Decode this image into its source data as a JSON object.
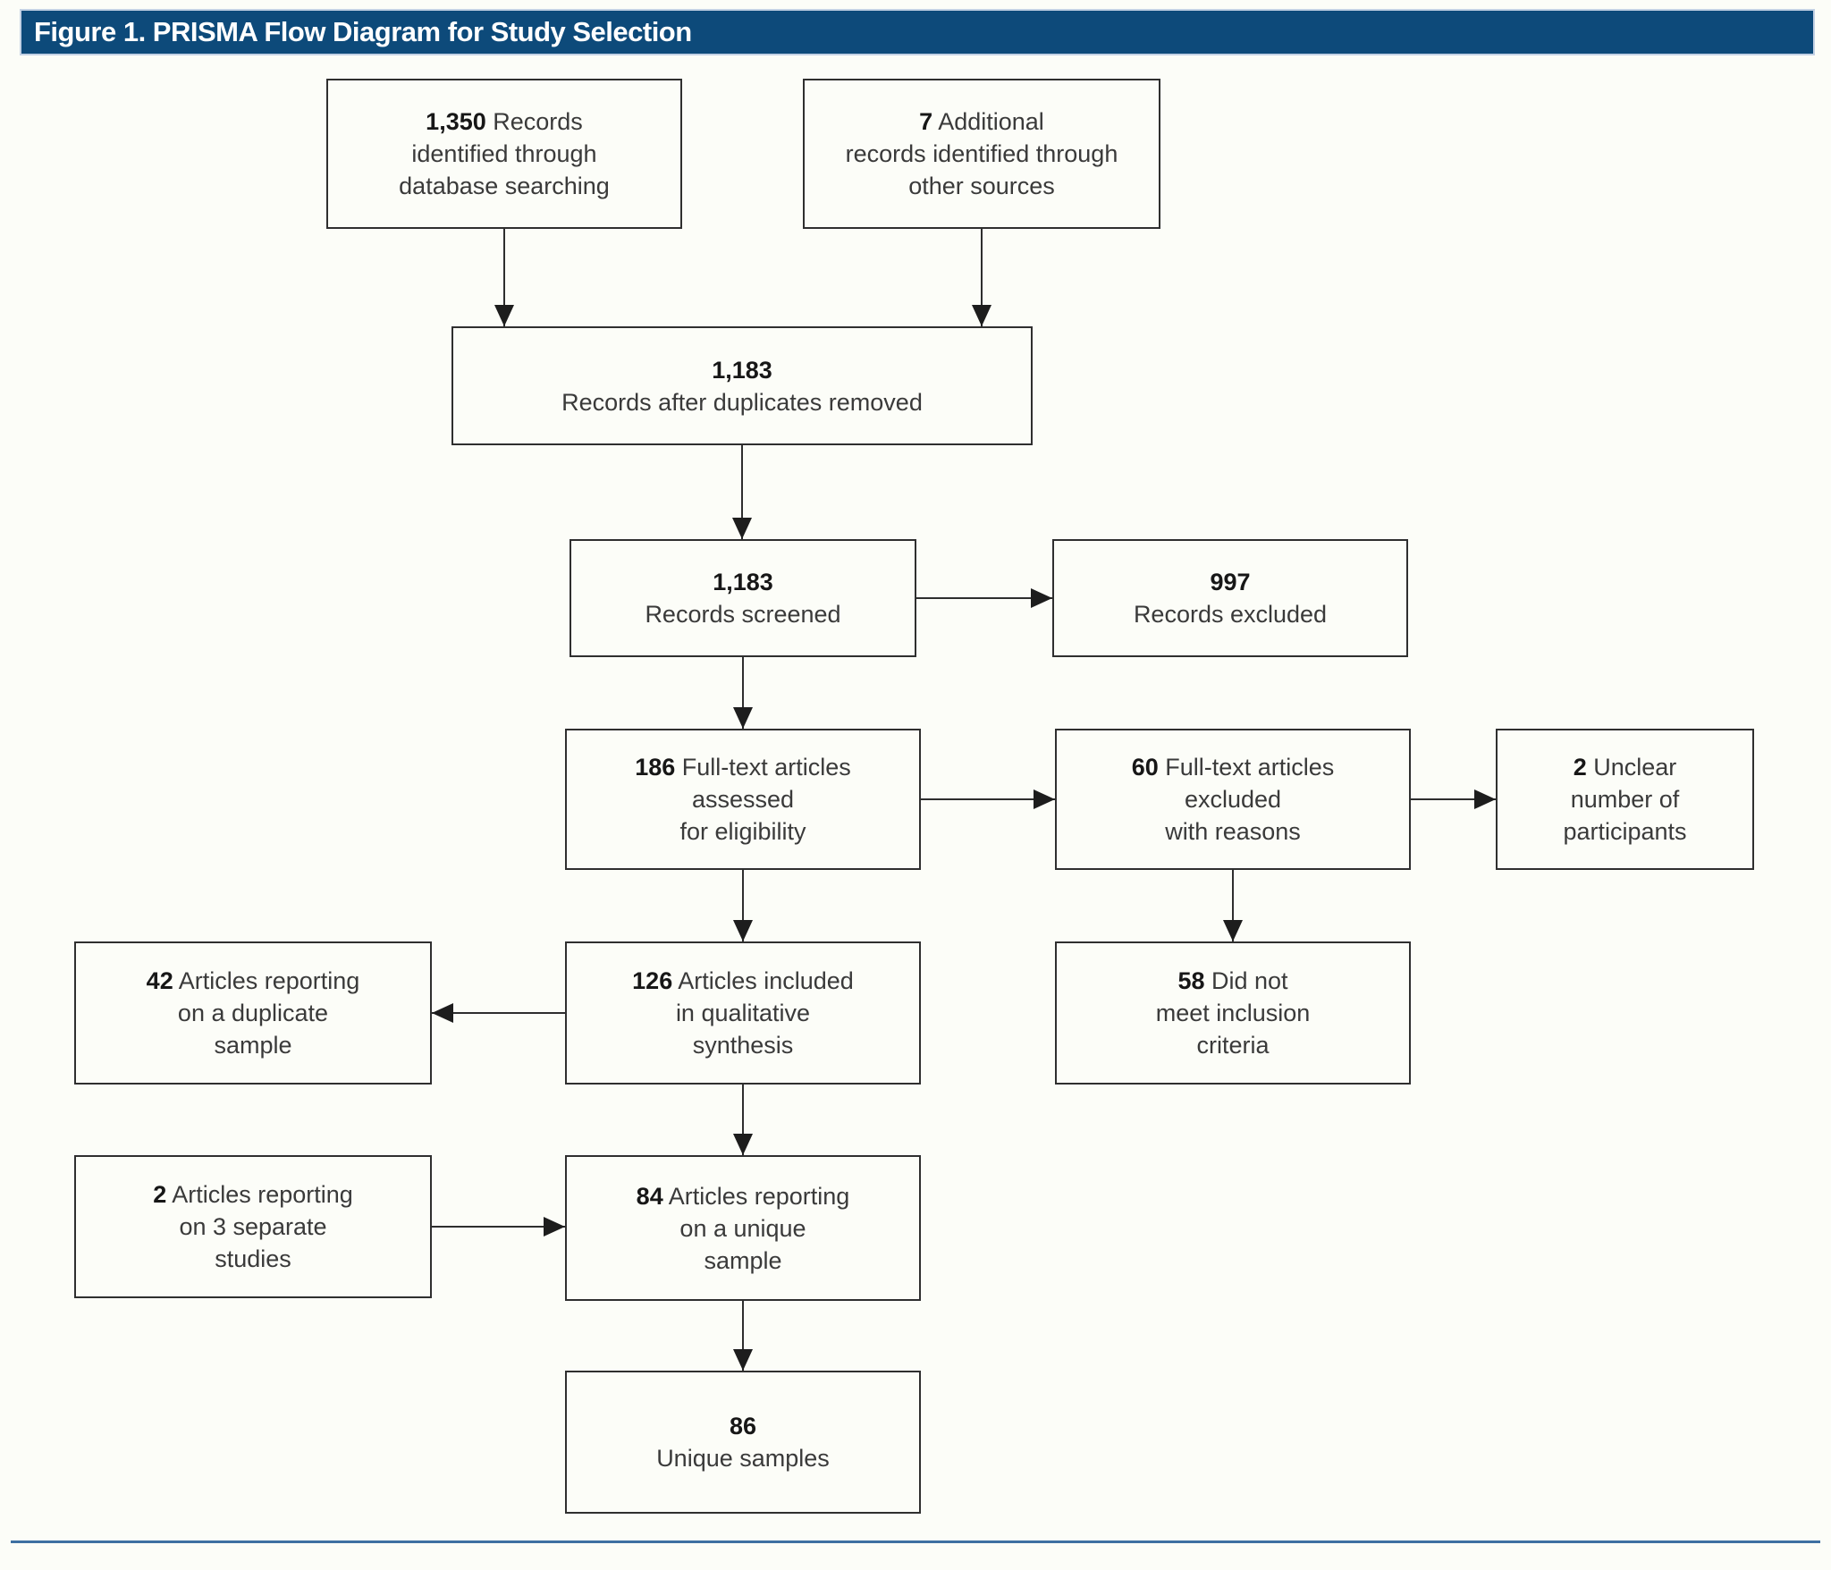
{
  "header": {
    "title": "Figure 1. PRISMA Flow Diagram for Study Selection"
  },
  "colors": {
    "header_bg": "#0d4a7a",
    "header_border": "#c3d1e4",
    "box_border": "#2f2f2f",
    "connector": "#2e2e2e",
    "footer_rule": "#3e70a2",
    "page_bg": "#fcfdf8"
  },
  "boxes": [
    {
      "name": "records-identified",
      "lines": [
        {
          "b": "1,350",
          "t": " Records"
        },
        {
          "t": "identified through"
        },
        {
          "t": "database searching"
        }
      ]
    },
    {
      "name": "additional-records",
      "lines": [
        {
          "b": "7",
          "t": " Additional"
        },
        {
          "t": "records identified through"
        },
        {
          "t": "other sources"
        }
      ]
    },
    {
      "name": "records-after-duplicates",
      "lines": [
        {
          "b": "1,183"
        },
        {
          "t": "Records after duplicates removed"
        }
      ]
    },
    {
      "name": "records-screened",
      "lines": [
        {
          "b": "1,183"
        },
        {
          "t": "Records screened"
        }
      ]
    },
    {
      "name": "records-excluded",
      "lines": [
        {
          "b": "997"
        },
        {
          "t": "Records excluded"
        }
      ]
    },
    {
      "name": "fulltext-assessed",
      "lines": [
        {
          "b": "186",
          "t": " Full-text articles"
        },
        {
          "t": "assessed"
        },
        {
          "t": "for eligibility"
        }
      ]
    },
    {
      "name": "fulltext-excluded",
      "lines": [
        {
          "b": "60",
          "t": " Full-text articles"
        },
        {
          "t": "excluded"
        },
        {
          "t": "with reasons"
        }
      ]
    },
    {
      "name": "unclear-participants",
      "lines": [
        {
          "b": "2",
          "t": " Unclear"
        },
        {
          "t": "number of"
        },
        {
          "t": "participants"
        }
      ]
    },
    {
      "name": "duplicate-sample",
      "lines": [
        {
          "b": "42",
          "t": " Articles reporting"
        },
        {
          "t": "on a duplicate"
        },
        {
          "t": "sample"
        }
      ]
    },
    {
      "name": "qualitative-synthesis",
      "lines": [
        {
          "b": "126",
          "t": " Articles included"
        },
        {
          "t": "in qualitative"
        },
        {
          "t": "synthesis"
        }
      ]
    },
    {
      "name": "not-meet-criteria",
      "lines": [
        {
          "b": "58",
          "t": " Did not"
        },
        {
          "t": "meet inclusion"
        },
        {
          "t": "criteria"
        }
      ]
    },
    {
      "name": "separate-studies",
      "lines": [
        {
          "b": "2",
          "t": " Articles reporting"
        },
        {
          "t": "on 3 separate"
        },
        {
          "t": "studies"
        }
      ]
    },
    {
      "name": "unique-sample",
      "lines": [
        {
          "b": "84",
          "t": " Articles reporting"
        },
        {
          "t": "on a unique"
        },
        {
          "t": "sample"
        }
      ]
    },
    {
      "name": "unique-samples",
      "lines": [
        {
          "b": "86"
        },
        {
          "t": "Unique samples"
        }
      ]
    }
  ]
}
